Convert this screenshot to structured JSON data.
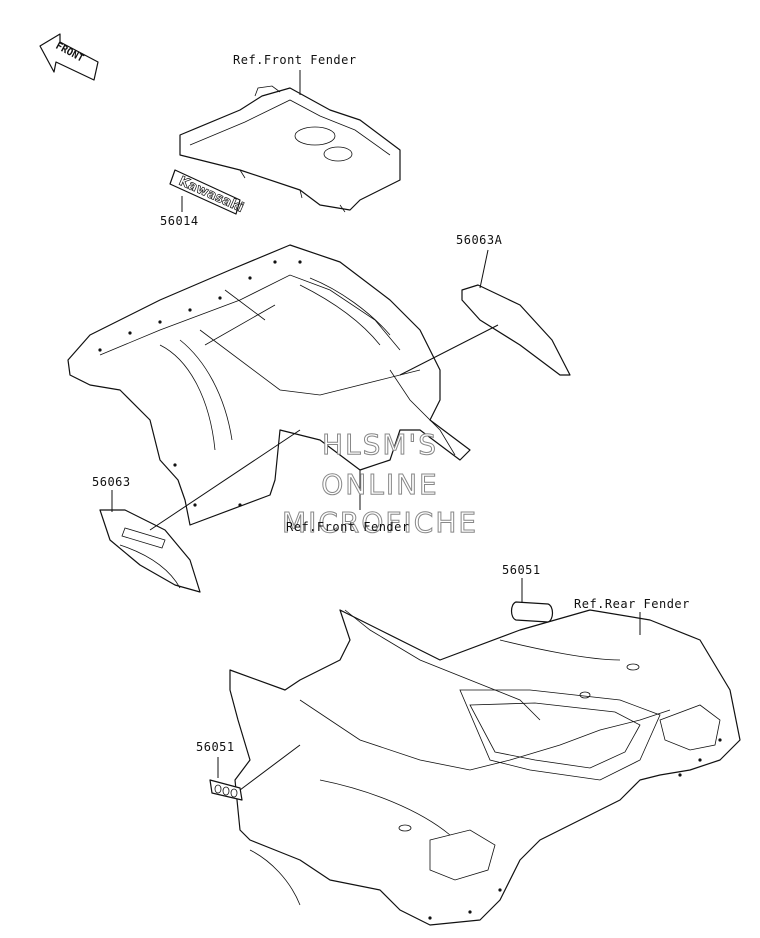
{
  "labels": {
    "front_arrow": "FRONT",
    "ref_front_fender_top": "Ref.Front Fender",
    "part_56014": "56014",
    "part_56063A": "56063A",
    "part_56063": "56063",
    "ref_front_fender_mid": "Ref.Front Fender",
    "part_56051_top": "56051",
    "ref_rear_fender": "Ref.Rear Fender",
    "part_56051_bottom": "56051"
  },
  "decals": {
    "kawasaki_text": "Kawasaki"
  },
  "watermark": {
    "line1": "HLSM'S",
    "line2": "ONLINE",
    "line3": "MICROFICHE"
  },
  "icons": [
    "front-arrow-icon"
  ],
  "colors": {
    "ink": "#111111",
    "watermark": "#888888",
    "background": "#ffffff"
  }
}
